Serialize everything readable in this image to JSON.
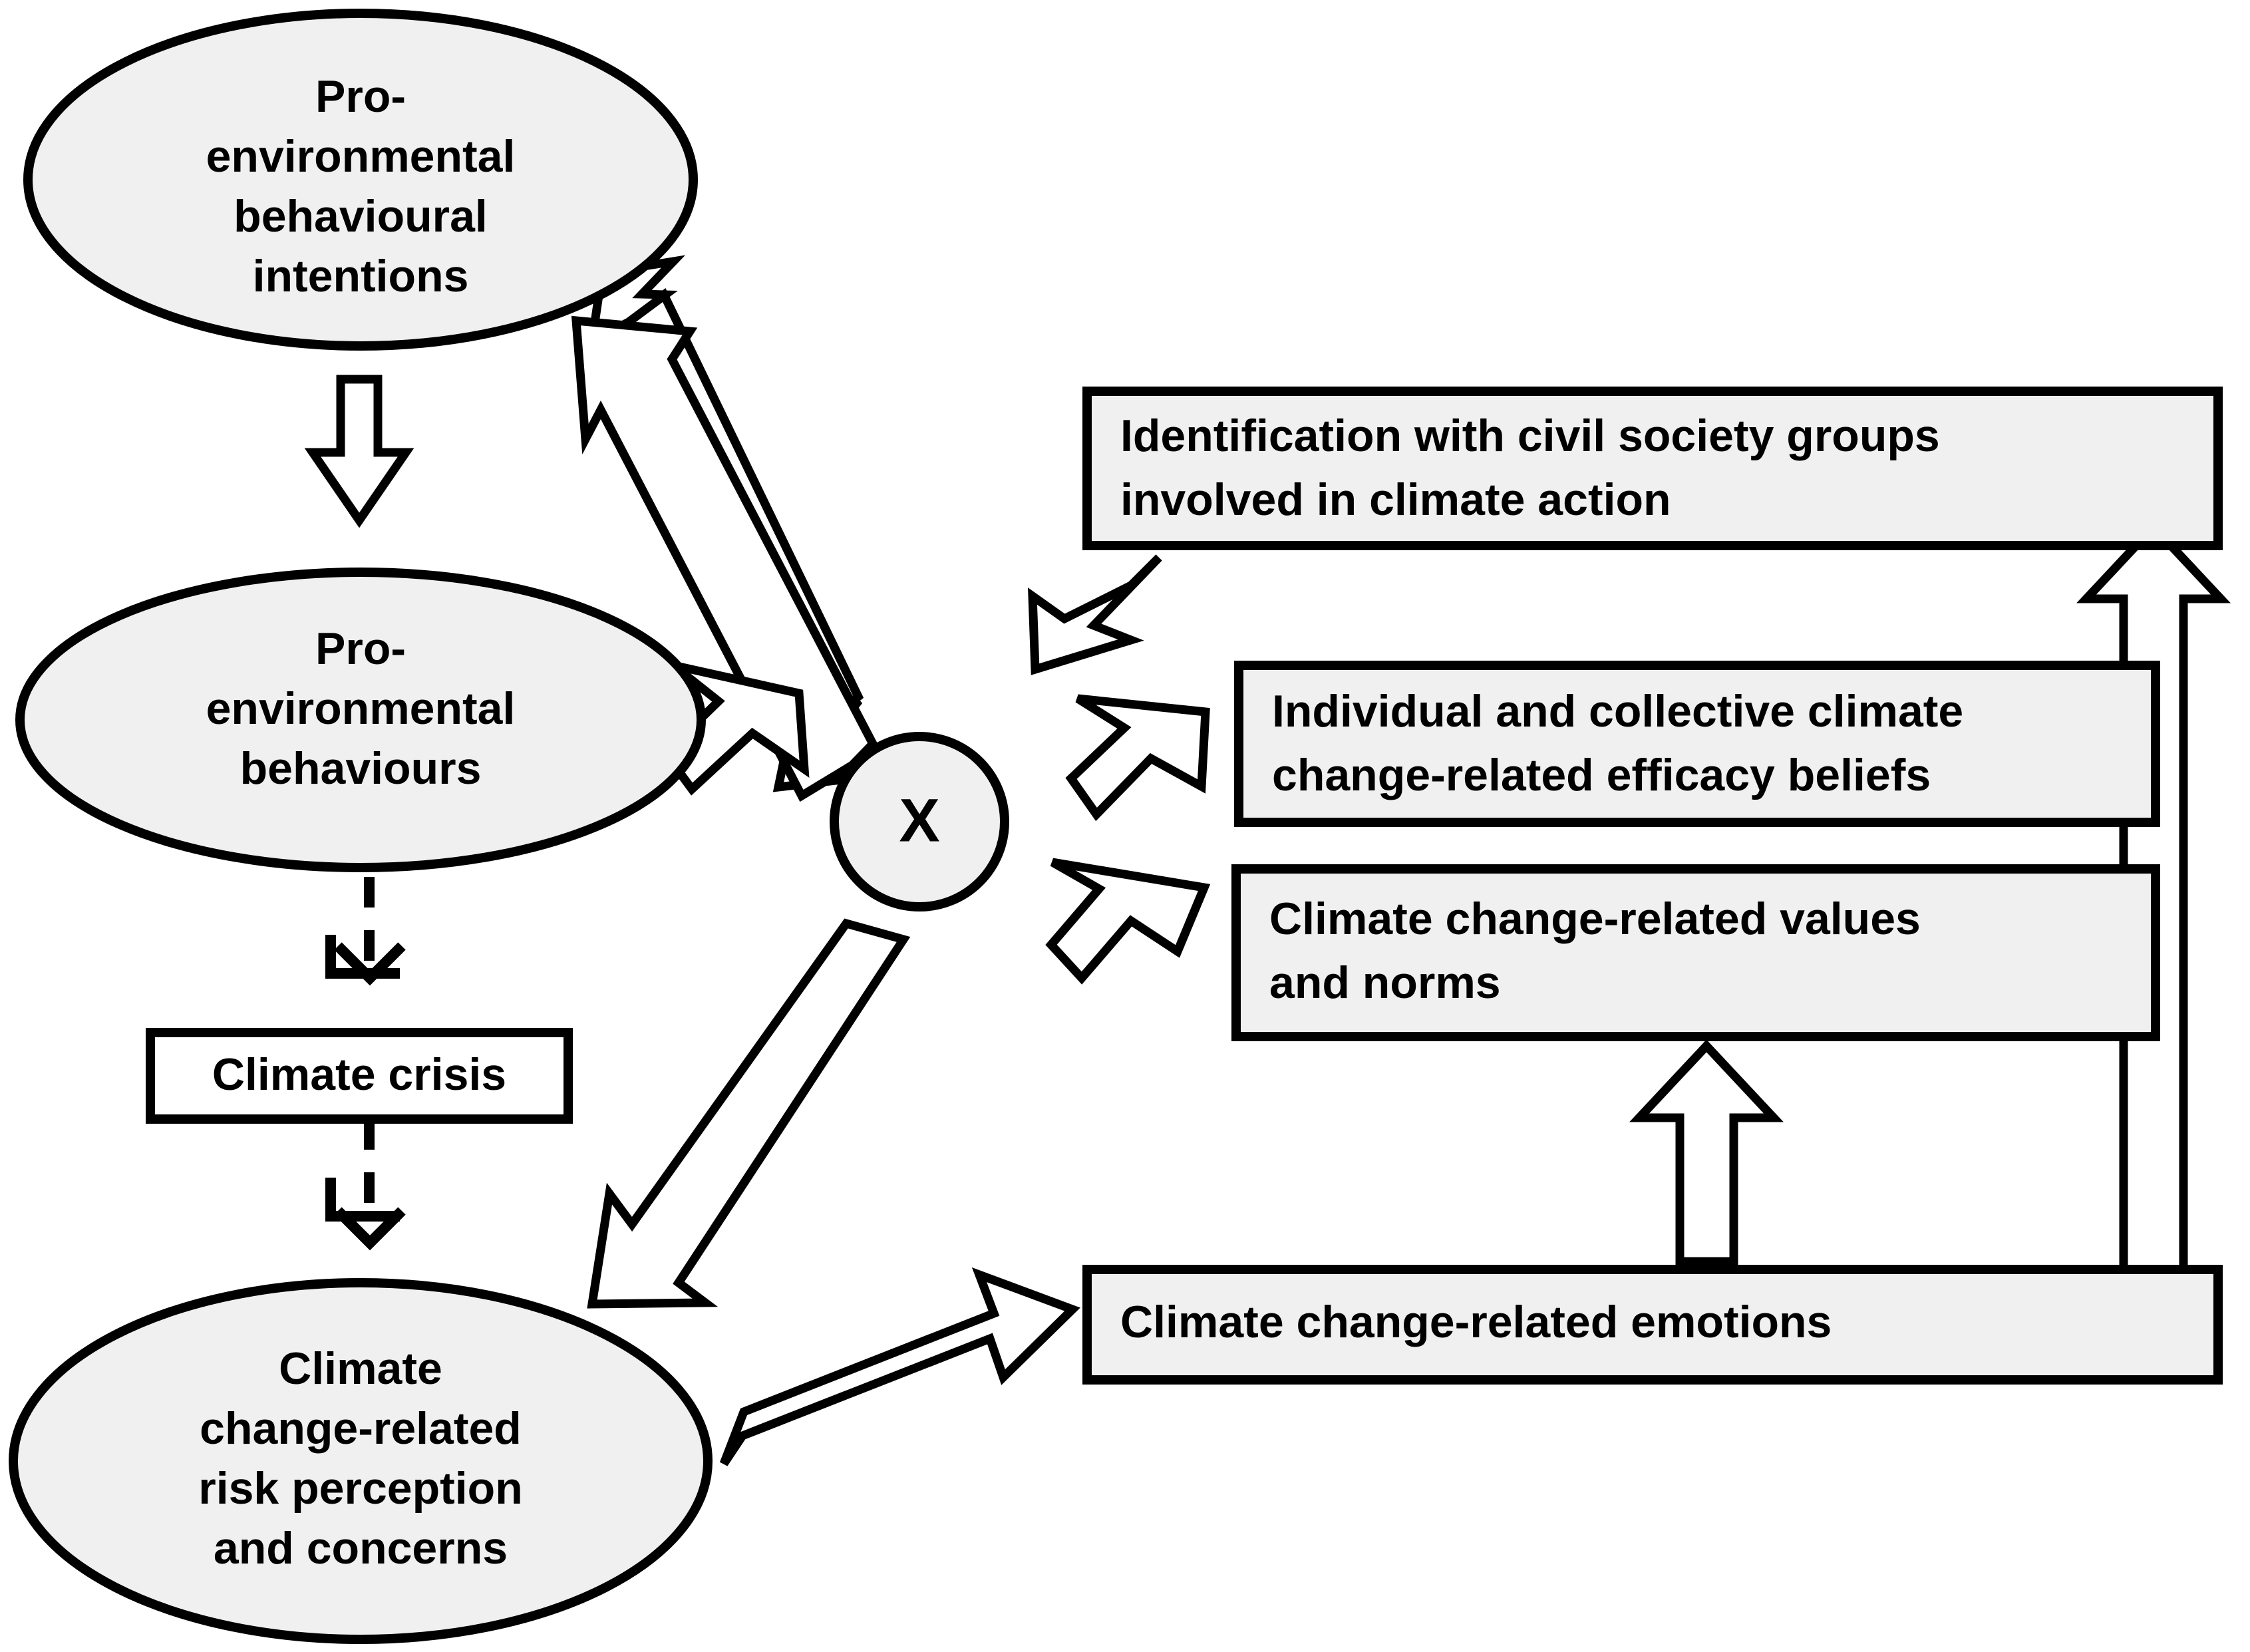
{
  "diagram": {
    "type": "conceptual-model-flow-diagram",
    "background_color": "#ffffff",
    "node_fill_color": "#f0f0f0",
    "stroke_color": "#000000",
    "nodes": {
      "intentions": {
        "shape": "ellipse",
        "lines": [
          "Pro-",
          "environmental",
          "behavioural",
          "intentions"
        ]
      },
      "behaviours": {
        "shape": "ellipse",
        "lines": [
          "Pro-",
          "environmental",
          "behaviours"
        ]
      },
      "risk_perception": {
        "shape": "ellipse",
        "lines": [
          "Climate",
          "change-related",
          "risk perception",
          "and concerns"
        ]
      },
      "climate_crisis": {
        "shape": "rectangle",
        "label": "Climate crisis"
      },
      "moderator": {
        "shape": "circle",
        "label": "X"
      },
      "identification": {
        "shape": "rectangle",
        "lines": [
          "Identification with civil society groups",
          "involved in climate action"
        ]
      },
      "efficacy": {
        "shape": "rectangle",
        "lines": [
          "Individual and collective climate",
          "change-related efficacy beliefs"
        ]
      },
      "values_norms": {
        "shape": "rectangle",
        "lines": [
          "Climate change-related values",
          "and norms"
        ]
      },
      "emotions": {
        "shape": "rectangle",
        "lines": [
          "Climate change-related emotions"
        ]
      }
    },
    "edges": [
      {
        "id": "intentions-to-behaviours",
        "from": "intentions",
        "to": "behaviours",
        "style": "block-arrow",
        "direction": "down"
      },
      {
        "id": "behaviours-to-climate-crisis",
        "from": "behaviours",
        "to": "climate_crisis",
        "style": "dashed-arrow",
        "direction": "down"
      },
      {
        "id": "climate-crisis-to-risk-perception",
        "from": "climate_crisis",
        "to": "risk_perception",
        "style": "dashed-arrow",
        "direction": "down"
      },
      {
        "id": "moderator-to-intentions",
        "from": "moderator",
        "to": "intentions",
        "style": "block-arrow",
        "direction": "up-left"
      },
      {
        "id": "moderator-to-behaviours",
        "from": "moderator",
        "to": "behaviours",
        "style": "block-arrow",
        "direction": "left"
      },
      {
        "id": "moderator-to-risk-perception",
        "from": "moderator",
        "to": "risk_perception",
        "style": "block-arrow",
        "direction": "down-left"
      },
      {
        "id": "identification-to-moderator",
        "from": "identification",
        "to": "moderator",
        "style": "block-arrow",
        "direction": "down-left"
      },
      {
        "id": "efficacy-to-moderator",
        "from": "efficacy",
        "to": "moderator",
        "style": "block-arrow",
        "direction": "left"
      },
      {
        "id": "values-norms-to-moderator",
        "from": "values_norms",
        "to": "moderator",
        "style": "block-arrow",
        "direction": "up-left"
      },
      {
        "id": "risk-perception-to-emotions",
        "from": "risk_perception",
        "to": "emotions",
        "style": "block-arrow",
        "direction": "up-right"
      },
      {
        "id": "emotions-to-values-norms",
        "from": "emotions",
        "to": "values_norms",
        "style": "block-arrow",
        "direction": "up"
      },
      {
        "id": "emotions-to-identification",
        "from": "emotions",
        "to": "identification",
        "style": "block-arrow",
        "direction": "up"
      }
    ]
  }
}
